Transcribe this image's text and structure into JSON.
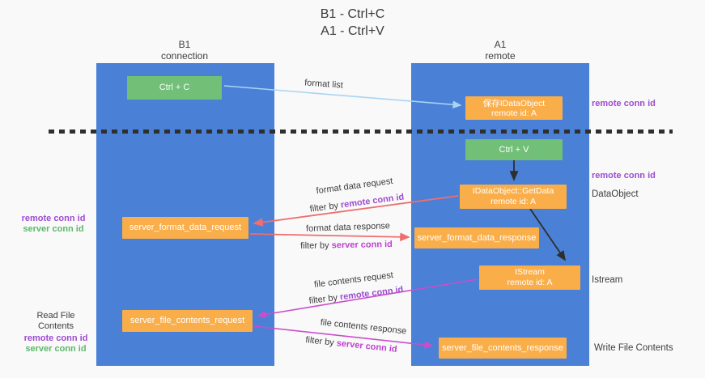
{
  "title": {
    "line1": "B1 - Ctrl+C",
    "line2": "A1 - Ctrl+V"
  },
  "columns": {
    "left": {
      "name": "B1",
      "role": "connection"
    },
    "right": {
      "name": "A1",
      "role": "remote"
    }
  },
  "nodes": {
    "ctrl_c": "Ctrl + C",
    "save_idataobject": {
      "line1": "保存IDataObject",
      "line2": "remote id: A"
    },
    "ctrl_v": "Ctrl + V",
    "getdata": {
      "line1": "IDataObject::GetData",
      "line2": "remote id: A"
    },
    "format_request": "server_format_data_request",
    "format_response": "server_format_data_response",
    "istream": {
      "line1": "IStream",
      "line2": "remote id: A"
    },
    "file_request": "server_file_contents_request",
    "file_response": "server_file_contents_response"
  },
  "arrow_labels": {
    "format_list": "format list",
    "format_data_request": "format data request",
    "format_data_response": "format data response",
    "file_contents_request": "file contents request",
    "file_contents_response": "file contents response",
    "filter_prefix": "filter by ",
    "remote_conn_id": "remote conn id",
    "server_conn_id": "server conn id"
  },
  "side_labels": {
    "remote_conn_id": "remote conn id",
    "server_conn_id": "server conn id",
    "dataobject": "DataObject",
    "istream": "Istream",
    "read_file_contents": "Read File Contents",
    "write_file_contents": "Write File Contents"
  },
  "colors": {
    "column_blue": "#4a80d6",
    "box_green": "#72bf77",
    "box_orange": "#f9ae4a",
    "arrow_lightblue": "#a9d4f1",
    "arrow_black": "#2e2e2e",
    "arrow_red": "#ed6f6f",
    "arrow_magenta": "#c94ecb",
    "text_purple": "#9d4bd2",
    "text_green": "#5cb86a",
    "text_magenta": "#bf3fd0",
    "background": "#f9f9f9"
  }
}
